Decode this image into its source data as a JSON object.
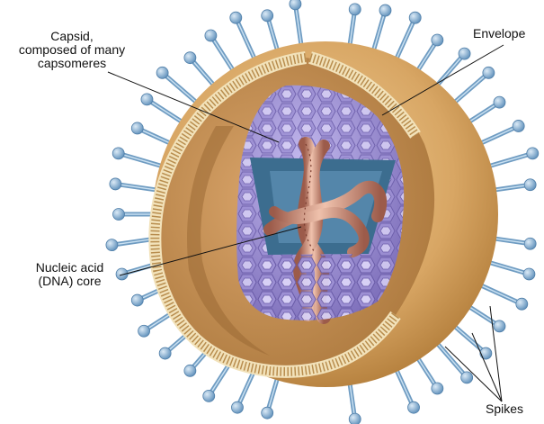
{
  "labels": {
    "capsid": [
      "Capsid,",
      "composed of many",
      "capsomeres"
    ],
    "envelope": "Envelope",
    "nucleic": [
      "Nucleic acid",
      "(DNA) core"
    ],
    "spikes": "Spikes"
  },
  "colors": {
    "envelope_outer": "#d8a664",
    "envelope_shadow": "#b9823f",
    "membrane": "#efdcb0",
    "interior": "#c48a4b",
    "capsid": "#8e7fc4",
    "capsid_hex": "#b8aee0",
    "dna": "#c98b77",
    "spike": "#7ea9cc",
    "leader_line": "#111111"
  },
  "icons": {
    "virus": "virus-illustration",
    "spike": "glycoprotein-spike-icon",
    "dna": "dna-helix-icon",
    "capsomere": "hexagon-capsomere-icon"
  }
}
